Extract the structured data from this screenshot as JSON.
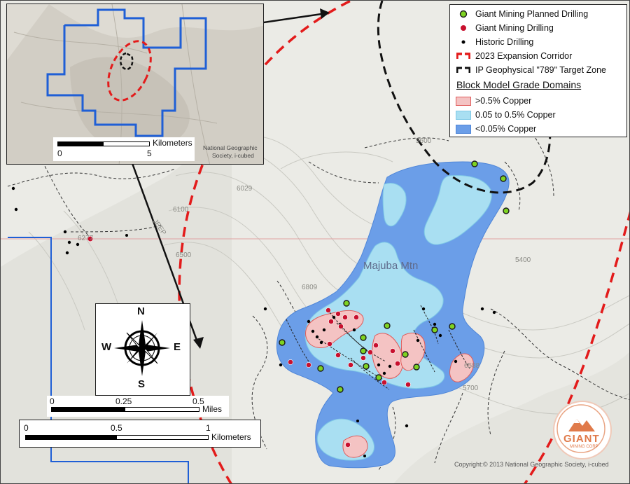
{
  "legend": {
    "items": [
      {
        "label": "Giant Mining Planned Drilling",
        "icon": "green-dot-icon",
        "color": "#7ed321"
      },
      {
        "label": "Giant Mining Drilling",
        "icon": "red-dot-icon",
        "color": "#c8102e"
      },
      {
        "label": "Historic Drilling",
        "icon": "black-dot-icon",
        "color": "#000000"
      },
      {
        "label": "2023 Expansion Corridor",
        "icon": "red-dashed-line-icon",
        "color": "#e31b1b"
      },
      {
        "label": "IP Geophysical \"789\" Target Zone",
        "icon": "black-dashed-line-icon",
        "color": "#000000"
      }
    ],
    "domains_title": "Block Model Grade Domains",
    "domains": [
      {
        "label": ">0.5% Copper",
        "color": "#f4c3c3",
        "border": "#e05a5a"
      },
      {
        "label": "0.05 to 0.5% Copper",
        "color": "#a9dff2",
        "border": "#7fc9e6"
      },
      {
        "label": "<0.05% Copper",
        "color": "#6b9ee8",
        "border": "#4f86d8"
      }
    ]
  },
  "inset": {
    "scale_label": "Kilometers",
    "ticks": [
      "0",
      "5"
    ],
    "credit_line1": "National Geographic",
    "credit_line2": "Society, i-cubed"
  },
  "compass": {
    "n": "N",
    "s": "S",
    "e": "E",
    "w": "W"
  },
  "scale_miles": {
    "ticks": [
      "0",
      "0.25",
      "0.5"
    ],
    "unit": "Miles"
  },
  "scale_km": {
    "ticks": [
      "0",
      "0.5",
      "1"
    ],
    "unit": "Kilometers"
  },
  "map_labels": {
    "place": "Majuba Mtn",
    "contours": [
      "6029",
      "6277",
      "6809",
      "6588",
      "5600",
      "6100",
      "6500",
      "5700",
      "5400"
    ],
    "jeep": "JEEP",
    "copyright": "Copyright:© 2013 National Geographic Society, i-cubed"
  },
  "logo": {
    "word": "GIANT",
    "sub": "MINING CORP"
  }
}
